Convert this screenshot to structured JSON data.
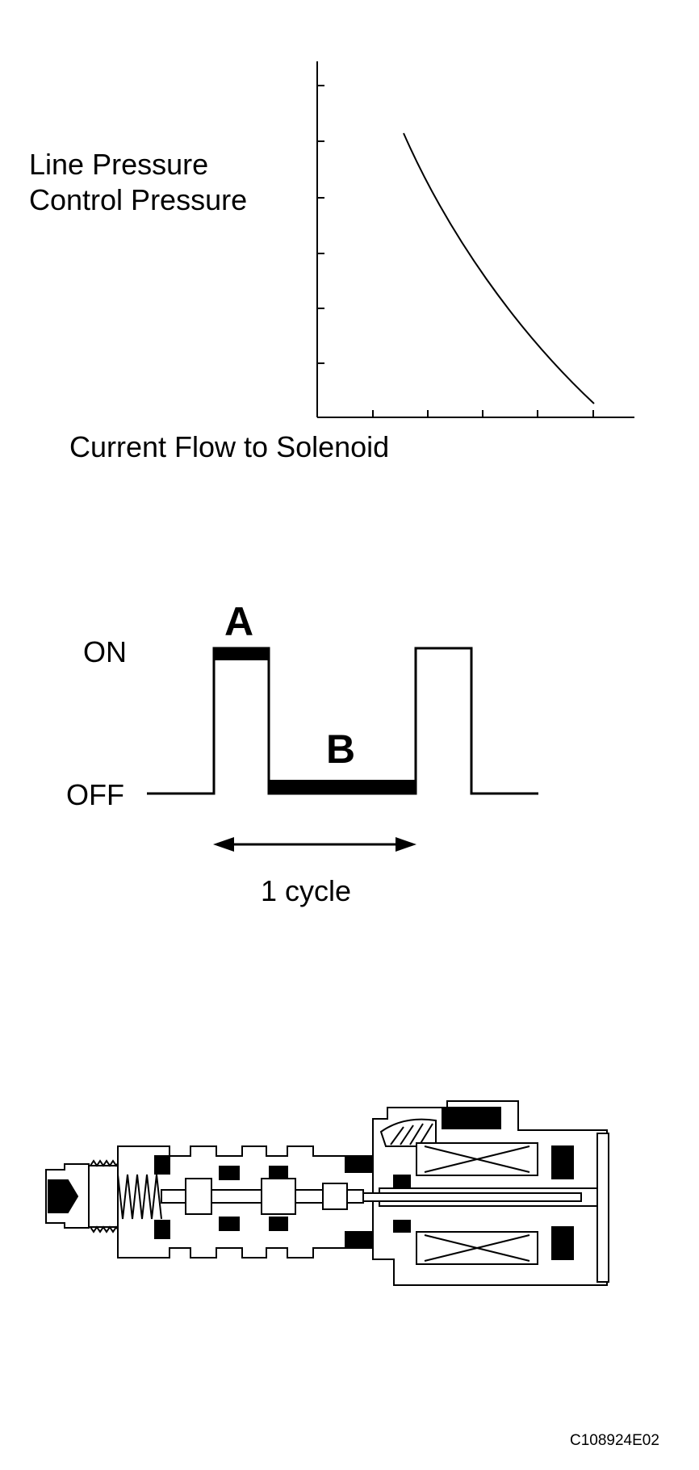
{
  "graph": {
    "y_label_line1": "Line Pressure",
    "y_label_line2": "Control Pressure",
    "x_label": "Current Flow to Solenoid"
  },
  "duty_cycle": {
    "on_label": "ON",
    "off_label": "OFF",
    "a_label": "A",
    "b_label": "B",
    "cycle_label": "1 cycle"
  },
  "figure_code": "C108924E02"
}
